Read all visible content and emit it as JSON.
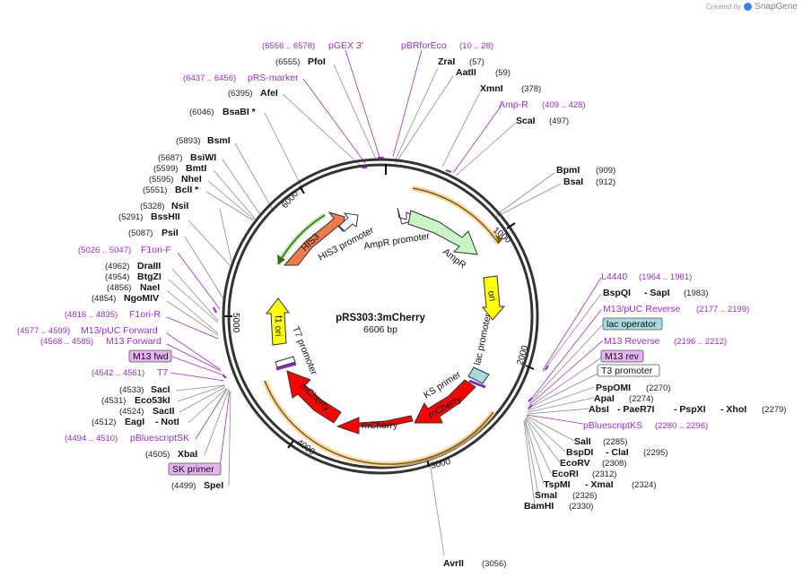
{
  "header": {
    "created_by": "Created by",
    "brand": "SnapGene"
  },
  "plasmid": {
    "name": "pRS303:3mCherry",
    "length": "6606 bp"
  },
  "ticks": [
    "1000",
    "2000",
    "3000",
    "4000",
    "5000",
    "6000"
  ],
  "features": {
    "his3": "HIS3",
    "his3_promoter": "HIS3 promoter",
    "ampr_promoter": "AmpR promoter",
    "ampr": "AmpR",
    "ori": "ori",
    "lac_promoter": "lac promoter",
    "ks_primer": "KS primer",
    "mcherry": "mCherry",
    "t7_promoter": "T7 promoter",
    "f1_ori": "f1 ori"
  },
  "labels": {
    "pgex3": {
      "pos": "(6556 .. 6578)",
      "name": "pGEX 3'"
    },
    "pbrforeco": {
      "name": "pBRforEco",
      "pos": "(10 .. 28)"
    },
    "pfoi": {
      "pos": "(6555)",
      "name": "PfoI"
    },
    "zrai": {
      "name": "ZraI",
      "pos": "(57)"
    },
    "aatii": {
      "name": "AatII",
      "pos": "(59)"
    },
    "prsmarker": {
      "pos": "(6437 .. 6456)",
      "name": "pRS-marker"
    },
    "xmni": {
      "name": "XmnI",
      "pos": "(378)"
    },
    "afei": {
      "pos": "(6395)",
      "name": "AfeI"
    },
    "ampr_primer": {
      "name": "Amp-R",
      "pos": "(409 .. 428)"
    },
    "sabbi": {
      "pos": "(6046)",
      "name": "BsaBI *"
    },
    "scai": {
      "name": "ScaI",
      "pos": "(497)"
    },
    "bsmi": {
      "pos": "(5893)",
      "name": "BsmI"
    },
    "bpmi": {
      "name": "BpmI",
      "pos": "(909)"
    },
    "bsai": {
      "name": "BsaI",
      "pos": "(912)"
    },
    "bsiwi": {
      "pos": "(5687)",
      "name": "BsiWI"
    },
    "bmti": {
      "pos": "(5599)",
      "name": "BmtI"
    },
    "nhei": {
      "pos": "(5595)",
      "name": "NheI"
    },
    "bcli": {
      "pos": "(5551)",
      "name": "BclI *"
    },
    "nsii": {
      "pos": "(5328)",
      "name": "NsiI"
    },
    "bsshii": {
      "pos": "(5291)",
      "name": "BssHII"
    },
    "psii": {
      "pos": "(5087)",
      "name": "PsiI"
    },
    "f1orif": {
      "pos": "(5026 .. 5047)",
      "name": "F1ori-F"
    },
    "draiii": {
      "pos": "(4962)",
      "name": "DraIII"
    },
    "btgzi": {
      "pos": "(4954)",
      "name": "BtgZI"
    },
    "naei": {
      "pos": "(4856)",
      "name": "NaeI"
    },
    "ngomiv": {
      "pos": "(4854)",
      "name": "NgoMIV"
    },
    "f1orir": {
      "pos": "(4816 .. 4835)",
      "name": "F1ori-R"
    },
    "m13puc_fwd": {
      "pos": "(4577 .. 4599)",
      "name": "M13/pUC Forward"
    },
    "m13_forward": {
      "pos": "(4568 .. 4585)",
      "name": "M13 Forward"
    },
    "m13fwd_box": "M13 fwd",
    "t7": {
      "pos": "(4542 .. 4561)",
      "name": "T7"
    },
    "saci": {
      "pos": "(4533)",
      "name": "SacI"
    },
    "eco53ki": {
      "pos": "(4531)",
      "name": "Eco53kI"
    },
    "sacii": {
      "pos": "(4524)",
      "name": "SacII"
    },
    "eagi": {
      "pos": "(4512)",
      "name": "EagI",
      "name2": "- NotI"
    },
    "pblueks_sk": {
      "pos": "(4494 .. 4510)",
      "name": "pBluescriptSK"
    },
    "xbai": {
      "pos": "(4505)",
      "name": "XbaI"
    },
    "skprimer_box": "SK primer",
    "spei": {
      "pos": "(4499)",
      "name": "SpeI"
    },
    "l4440": {
      "name": "L4440",
      "pos": "(1964 .. 1981)"
    },
    "bspqi": {
      "name": "BspQI",
      "name2": "- SapI",
      "pos": "(1983)"
    },
    "m13puc_rev": {
      "name": "M13/pUC Reverse",
      "pos": "(2177 .. 2199)"
    },
    "lacop_box": "lac operator",
    "m13_reverse": {
      "name": "M13 Reverse",
      "pos": "(2196 .. 2212)"
    },
    "m13rev_box": "M13 rev",
    "t3prom_box": "T3 promoter",
    "psp0mi": {
      "name": "PspOMI",
      "pos": "(2270)"
    },
    "apai": {
      "name": "ApaI",
      "pos": "(2274)"
    },
    "absi": {
      "name": "AbsI",
      "name2": "- PaeR7I",
      "name3": "- PspXI",
      "name4": "- XhoI",
      "pos": "(2279)"
    },
    "pblueks_ks": {
      "name": "pBluescriptKS",
      "pos": "(2280 .. 2296)"
    },
    "sali": {
      "name": "SalI",
      "pos": "(2285)"
    },
    "bspdi": {
      "name": "BspDI",
      "name2": "- ClaI",
      "pos": "(2295)"
    },
    "ecorv": {
      "name": "EcoRV",
      "pos": "(2308)"
    },
    "ecori": {
      "name": "EcoRI",
      "pos": "(2312)"
    },
    "tspmi": {
      "name": "TspMI",
      "name2": "- XmaI",
      "pos": "(2324)"
    },
    "smai": {
      "name": "SmaI",
      "pos": "(2326)"
    },
    "bamhi": {
      "name": "BamHI",
      "pos": "(2330)"
    },
    "avrii": {
      "name": "AvrII",
      "pos": "(3056)"
    }
  },
  "colors": {
    "backbone": "#333333",
    "his3": "#f07a4a",
    "ampr": "#c9f5c4",
    "ori": "#ffff00",
    "mcherry": "#ff0000",
    "f1ori": "#ffff00",
    "primer_text": "#9b2fc4",
    "lac_operator_box": "#a8d8e0",
    "primer_box": "#e6b3f0"
  }
}
